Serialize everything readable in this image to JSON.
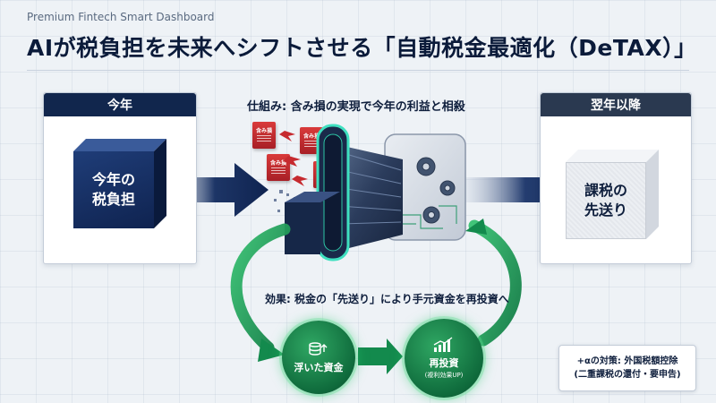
{
  "header": {
    "subtitle": "Premium Fintech Smart Dashboard",
    "title": "AIが税負担を未来へシフトさせる「自動税金最適化（DeTAX）」"
  },
  "left_panel": {
    "header": "今年",
    "box_line1": "今年の",
    "box_line2": "税負担"
  },
  "right_panel": {
    "header": "翌年以降",
    "box_line1": "課税の",
    "box_line2": "先送り"
  },
  "mechanism": {
    "label": "仕組み: 含み損の実現で今年の利益と相殺",
    "doc_label": "含み損"
  },
  "effect": {
    "label": "効果: 税金の「先送り」により手元資金を再投資へ",
    "float_circle": "浮いた資金",
    "reinvest_circle": "再投資",
    "reinvest_sub": "(複利効果UP)"
  },
  "note": {
    "line1": "+αの対策: 外国税額控除",
    "line2": "(二重課税の還付・要申告)"
  },
  "icons": {
    "coins": "coin-stack-icon",
    "growth": "growth-chart-icon",
    "gears": "gear-icon"
  },
  "colors": {
    "navy": "#11264d",
    "green": "#2fa763",
    "red": "#c62a2f",
    "teal": "#3fe0c0"
  }
}
